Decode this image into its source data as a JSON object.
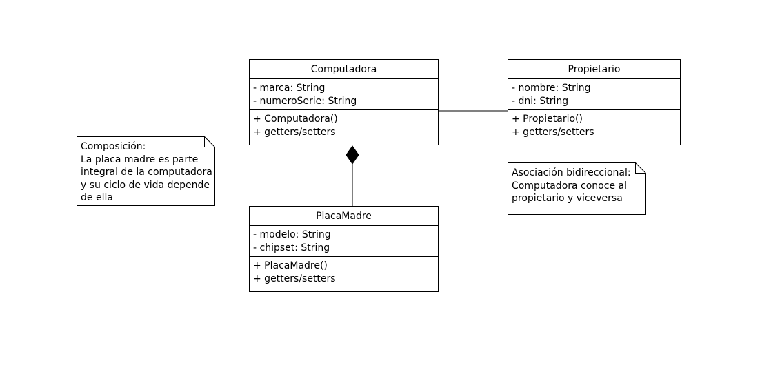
{
  "classes": {
    "computadora": {
      "name": "Computadora",
      "attributes": [
        "- marca: String",
        "- numeroSerie: String"
      ],
      "methods": [
        "+ Computadora()",
        "+ getters/setters"
      ]
    },
    "propietario": {
      "name": "Propietario",
      "attributes": [
        "- nombre: String",
        "- dni: String"
      ],
      "methods": [
        "+ Propietario()",
        "+ getters/setters"
      ]
    },
    "placa_madre": {
      "name": "PlacaMadre",
      "attributes": [
        "- modelo: String",
        "- chipset: String"
      ],
      "methods": [
        "+ PlacaMadre()",
        "+ getters/setters"
      ]
    }
  },
  "relations": [
    {
      "type": "association",
      "from": "computadora",
      "to": "propietario"
    },
    {
      "type": "composition",
      "whole": "computadora",
      "part": "placa_madre"
    }
  ],
  "notes": {
    "composicion": [
      "Composición:",
      "La placa madre es parte",
      "integral de la computadora",
      "y su ciclo de vida depende",
      "de ella"
    ],
    "asociacion": [
      "Asociación bidireccional:",
      "Computadora conoce al",
      "propietario y viceversa"
    ]
  },
  "colors": {
    "stroke": "#000000",
    "background": "#ffffff"
  }
}
